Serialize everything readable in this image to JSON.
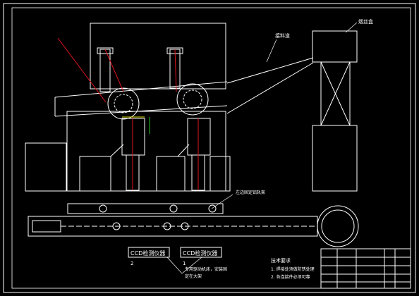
{
  "labels": {
    "hopper": "烟丝盒",
    "chute": "接料道",
    "ccd_1": "CCD检测仪器",
    "ccd_2": "CCD检测仪器",
    "index_1": "2",
    "index_2": "1",
    "rail_note": "左边固定铝轨架",
    "note_line_1": "专用驱动机床，安装固",
    "note_line_2": "定在大架",
    "requirements_title": "技术要求",
    "requirement_1": "1. 焊接处须做防锈处理",
    "requirement_2": "2. 各连接件必须可靠"
  },
  "colors": {
    "background": "#000000",
    "lines": "#ffffff",
    "accent_red": "#e0141e",
    "accent_yellow": "#d8d800",
    "accent_green": "#1ec81e"
  }
}
